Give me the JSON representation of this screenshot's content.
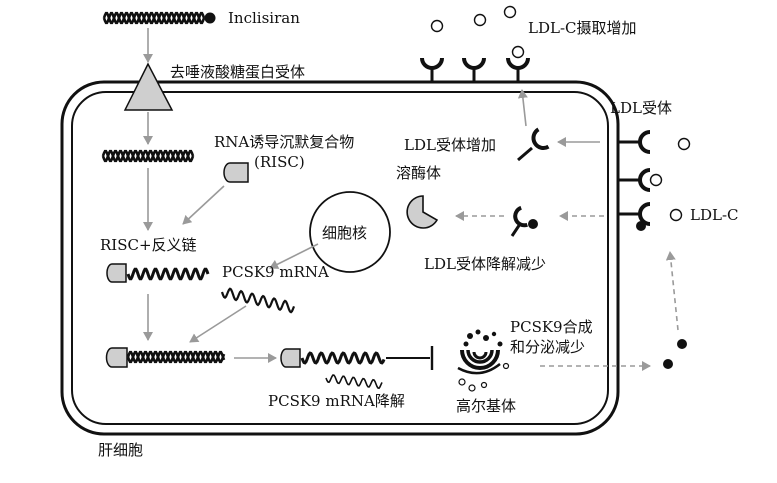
{
  "labels": {
    "inclisiran": "Inclisiran",
    "asgpr": "去唾液酸糖蛋白受体",
    "ldl_c_uptake": "LDL-C摄取增加",
    "ldl_receptor": "LDL受体",
    "ldl_c": "LDL-C",
    "risc_line1": "RNA诱导沉默复合物",
    "risc_line2": "(RISC)",
    "ldl_receptor_increase": "LDL受体增加",
    "lysosome": "溶酶体",
    "nucleus": "细胞核",
    "risc_antisense": "RISC+反义链",
    "ldl_receptor_degradation": "LDL受体降解减少",
    "pcsk9_mrna": "PCSK9 mRNA",
    "pcsk9_synthesis_line1": "PCSK9合成",
    "pcsk9_synthesis_line2": "和分泌减少",
    "pcsk9_mrna_degradation": "PCSK9 mRNA降解",
    "golgi": "高尔基体",
    "hepatocyte": "肝细胞"
  },
  "colors": {
    "ink": "#111111",
    "arrow": "#9a9a9a",
    "cell_border": "#111111",
    "background": "#ffffff",
    "fill_grey": "#cfcfcf"
  }
}
